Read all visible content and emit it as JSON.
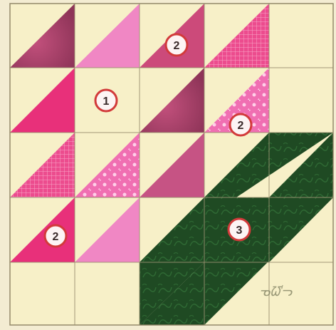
{
  "quilt": {
    "grid": "5x5",
    "colors": {
      "border": "#f3ecd2",
      "background": "#f7f0c8",
      "seam": "#9a9070",
      "pink_mottled": "#b0406c",
      "pink_hot": "#e8307a",
      "pink_light": "#f087c4",
      "pink_check": "#ec4c8e",
      "pink_floral": "#f472b6",
      "pink_dusty": "#c65384",
      "green": "#1f4a23",
      "badge_fill": "#fdf4f4",
      "badge_ring": "#d23a3a"
    }
  },
  "badges": [
    {
      "label": "2",
      "role": "fabric-2"
    },
    {
      "label": "1",
      "role": "fabric-1"
    },
    {
      "label": "2",
      "role": "fabric-2"
    },
    {
      "label": "2",
      "role": "fabric-2"
    },
    {
      "label": "3",
      "role": "fabric-3"
    }
  ],
  "signature": {
    "text": "ᓀᘺᓓ"
  }
}
